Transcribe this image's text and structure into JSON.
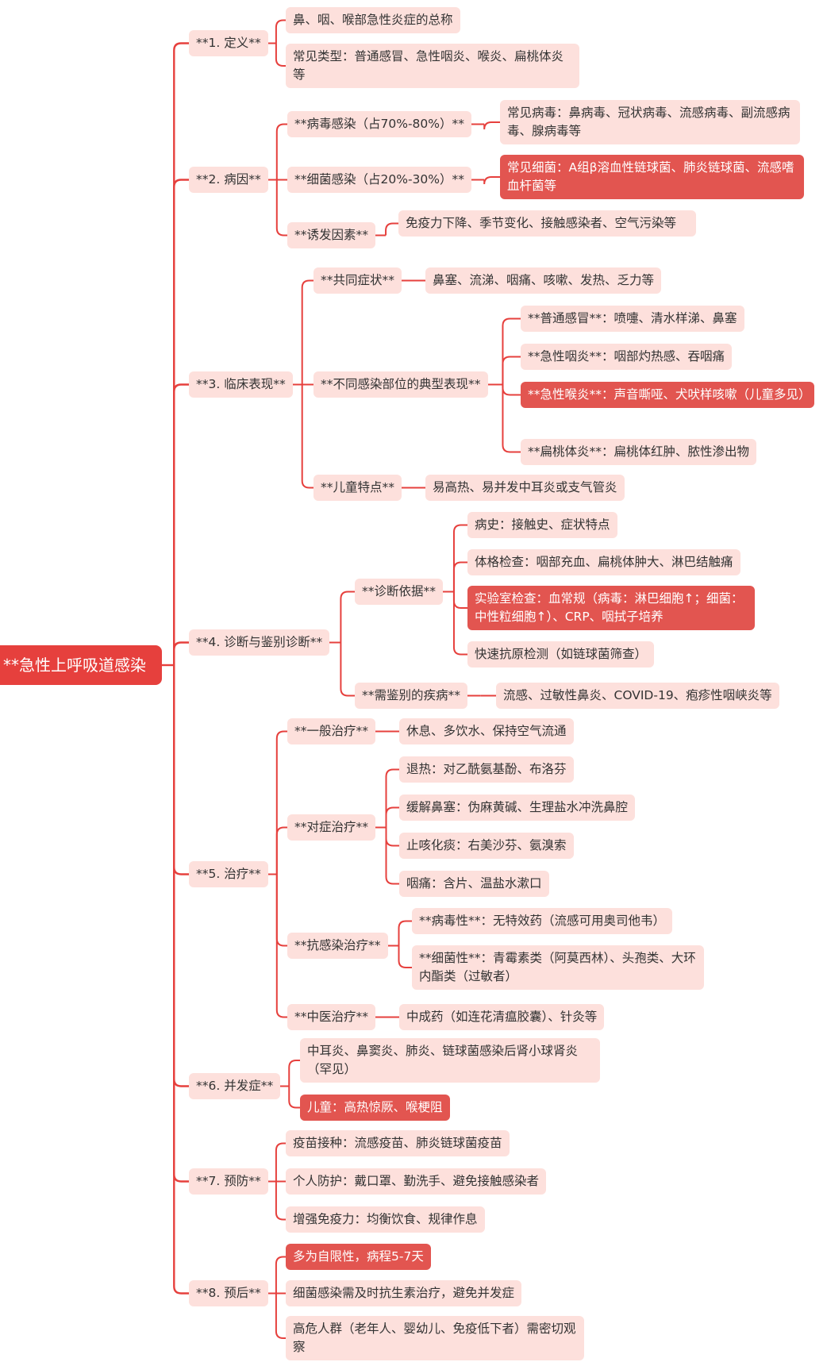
{
  "root": "**急性上呼吸道感染",
  "sections": {
    "s1": {
      "label": "**1. 定义**",
      "items": [
        "鼻、咽、喉部急性炎症的总称",
        "常见类型：普通感冒、急性咽炎、喉炎、扁桃体炎等"
      ]
    },
    "s2": {
      "label": "**2. 病因**",
      "virus": {
        "label": "**病毒感染（占70%-80%）**",
        "detail": "常见病毒：鼻病毒、冠状病毒、流感病毒、副流感病毒、腺病毒等"
      },
      "bacteria": {
        "label": "**细菌感染（占20%-30%）**",
        "detail": "常见细菌：A组β溶血性链球菌、肺炎链球菌、流感嗜血杆菌等"
      },
      "trigger": {
        "label": "**诱发因素**",
        "detail": "免疫力下降、季节变化、接触感染者、空气污染等"
      }
    },
    "s3": {
      "label": "**3. 临床表现**",
      "common": {
        "label": "**共同症状**",
        "detail": "鼻塞、流涕、咽痛、咳嗽、发热、乏力等"
      },
      "sites": {
        "label": "**不同感染部位的典型表现**",
        "items": [
          "**普通感冒**：喷嚏、清水样涕、鼻塞",
          "**急性咽炎**：咽部灼热感、吞咽痛",
          "**急性喉炎**：声音嘶哑、犬吠样咳嗽（儿童多见）",
          "**扁桃体炎**：扁桃体红肿、脓性渗出物"
        ]
      },
      "child": {
        "label": "**儿童特点**",
        "detail": "易高热、易并发中耳炎或支气管炎"
      }
    },
    "s4": {
      "label": "**4. 诊断与鉴别诊断**",
      "basis": {
        "label": "**诊断依据**",
        "items": [
          "病史：接触史、症状特点",
          "体格检查：咽部充血、扁桃体肿大、淋巴结触痛",
          "实验室检查：血常规（病毒：淋巴细胞↑；细菌：中性粒细胞↑）、CRP、咽拭子培养",
          "快速抗原检测（如链球菌筛查）"
        ]
      },
      "diff": {
        "label": "**需鉴别的疾病**",
        "detail": "流感、过敏性鼻炎、COVID-19、疱疹性咽峡炎等"
      }
    },
    "s5": {
      "label": "**5. 治疗**",
      "general": {
        "label": "**一般治疗**",
        "detail": "休息、多饮水、保持空气流通"
      },
      "symptom": {
        "label": "**对症治疗**",
        "items": [
          "退热：对乙酰氨基酚、布洛芬",
          "缓解鼻塞：伪麻黄碱、生理盐水冲洗鼻腔",
          "止咳化痰：右美沙芬、氨溴索",
          "咽痛：含片、温盐水漱口"
        ]
      },
      "anti": {
        "label": "**抗感染治疗**",
        "items": [
          "**病毒性**：无特效药（流感可用奥司他韦）",
          "**细菌性**：青霉素类（阿莫西林）、头孢类、大环内酯类（过敏者）"
        ]
      },
      "tcm": {
        "label": "**中医治疗**",
        "detail": "中成药（如连花清瘟胶囊）、针灸等"
      }
    },
    "s6": {
      "label": "**6. 并发症**",
      "items": [
        "中耳炎、鼻窦炎、肺炎、链球菌感染后肾小球肾炎（罕见）",
        "儿童：高热惊厥、喉梗阻"
      ]
    },
    "s7": {
      "label": "**7. 预防**",
      "items": [
        "疫苗接种：流感疫苗、肺炎链球菌疫苗",
        "个人防护：戴口罩、勤洗手、避免接触感染者",
        "增强免疫力：均衡饮食、规律作息"
      ]
    },
    "s8": {
      "label": "**8. 预后**",
      "items": [
        "多为自限性，病程5-7天",
        "细菌感染需及时抗生素治疗，避免并发症",
        "高危人群（老年人、婴幼儿、免疫低下者）需密切观察"
      ]
    }
  },
  "colors": {
    "line": "#e6403d",
    "node": "#fde0dc",
    "highlight": "#e25550",
    "root": "#e6403d",
    "text": "#333333"
  }
}
